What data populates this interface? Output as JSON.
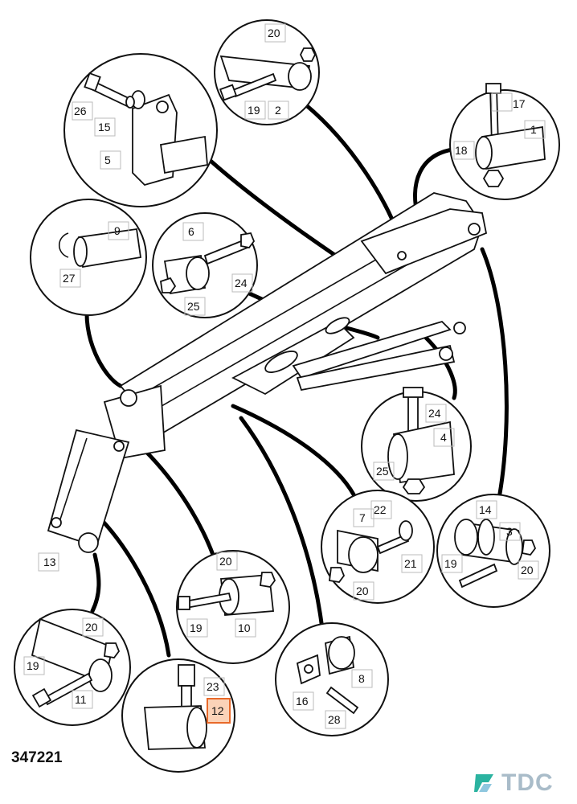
{
  "catalog_number": "347221",
  "brand": {
    "name": "TDC",
    "color": "#a9bcc9",
    "accent": "#2bb3a0"
  },
  "highlight": {
    "label": "12",
    "fill": "#fbd3b8",
    "stroke": "#e8692a"
  },
  "callouts": {
    "c1": "1",
    "c2": "2",
    "c3": "3",
    "c4": "4",
    "c5": "5",
    "c6": "6",
    "c7": "7",
    "c8": "8",
    "c9": "9",
    "c10": "10",
    "c11": "11",
    "c12": "12",
    "c13": "13",
    "c14": "14",
    "c15": "15",
    "c16": "16",
    "c17": "17",
    "c18": "18",
    "c19": "19",
    "c20": "20",
    "c21": "21",
    "c22": "22",
    "c23": "23",
    "c24": "24",
    "c25": "25",
    "c26": "26",
    "c27": "27",
    "c28": "28"
  }
}
